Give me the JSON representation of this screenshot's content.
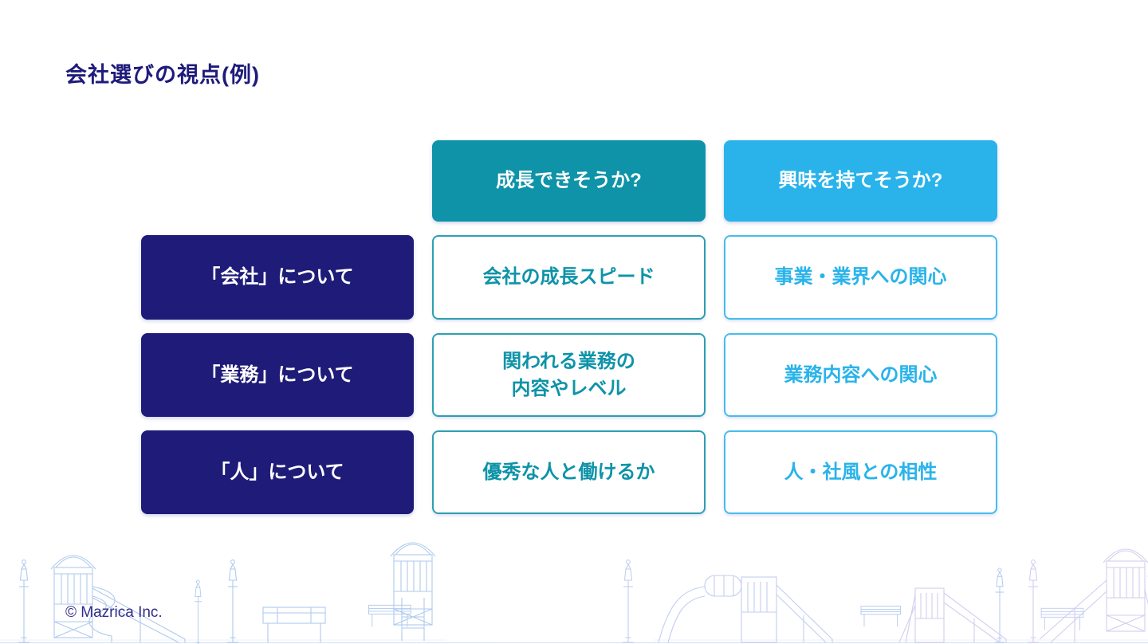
{
  "slide": {
    "title": "会社選びの視点(例)",
    "footer": "© Mazrica Inc."
  },
  "matrix": {
    "column_headers": [
      {
        "label": "成長できそうか?",
        "color": "#0e93a8"
      },
      {
        "label": "興味を持てそうか?",
        "color": "#29b3ea"
      }
    ],
    "rows": [
      {
        "header": "「会社」について",
        "cells": [
          "会社の成長スピード",
          "事業・業界への関心"
        ]
      },
      {
        "header": "「業務」について",
        "cells": [
          "関われる業務の\n内容やレベル",
          "業務内容への関心"
        ]
      },
      {
        "header": "「人」について",
        "cells": [
          "優秀な人と働けるか",
          "人・社風との相性"
        ]
      }
    ]
  },
  "colors": {
    "navy_row_header": "#1f1b78",
    "teal_column": "#0e93a8",
    "light_blue_column": "#29b3ea",
    "title_text": "#1f1b7b",
    "footer_text": "#332d87",
    "blueprint_left": "#9cbde9",
    "blueprint_right": "#c7c1ec"
  },
  "background": {
    "illustration": "blueprint line art of playground equipment (slide towers, lamp posts, benches) along bottom edge"
  }
}
